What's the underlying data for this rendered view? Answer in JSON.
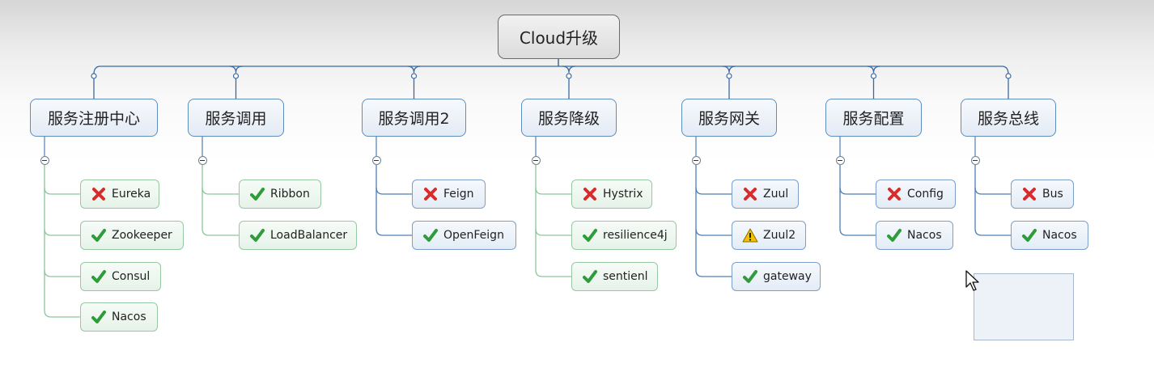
{
  "root": {
    "label": "Cloud升级"
  },
  "categories": [
    {
      "label": "服务注册中心",
      "items": [
        {
          "label": "Eureka",
          "status": "deprecated"
        },
        {
          "label": "Zookeeper",
          "status": "ok"
        },
        {
          "label": "Consul",
          "status": "ok"
        },
        {
          "label": "Nacos",
          "status": "ok"
        }
      ]
    },
    {
      "label": "服务调用",
      "items": [
        {
          "label": "Ribbon",
          "status": "ok"
        },
        {
          "label": "LoadBalancer",
          "status": "ok"
        }
      ]
    },
    {
      "label": "服务调用2",
      "items": [
        {
          "label": "Feign",
          "status": "deprecated"
        },
        {
          "label": "OpenFeign",
          "status": "ok"
        }
      ]
    },
    {
      "label": "服务降级",
      "items": [
        {
          "label": "Hystrix",
          "status": "deprecated"
        },
        {
          "label": "resilience4j",
          "status": "ok"
        },
        {
          "label": "sentienl",
          "status": "ok"
        }
      ]
    },
    {
      "label": "服务网关",
      "items": [
        {
          "label": "Zuul",
          "status": "deprecated"
        },
        {
          "label": "Zuul2",
          "status": "warning"
        },
        {
          "label": "gateway",
          "status": "ok"
        }
      ]
    },
    {
      "label": "服务配置",
      "items": [
        {
          "label": "Config",
          "status": "deprecated"
        },
        {
          "label": "Nacos",
          "status": "ok"
        }
      ]
    },
    {
      "label": "服务总线",
      "items": [
        {
          "label": "Bus",
          "status": "deprecated"
        },
        {
          "label": "Nacos",
          "status": "ok"
        }
      ]
    }
  ],
  "status_icons": {
    "ok": "check-icon",
    "deprecated": "cross-icon",
    "warning": "warning-icon"
  },
  "colors": {
    "ok": "#2e9c3a",
    "deprecated": "#d92b2b",
    "warning": "#f2c200"
  }
}
